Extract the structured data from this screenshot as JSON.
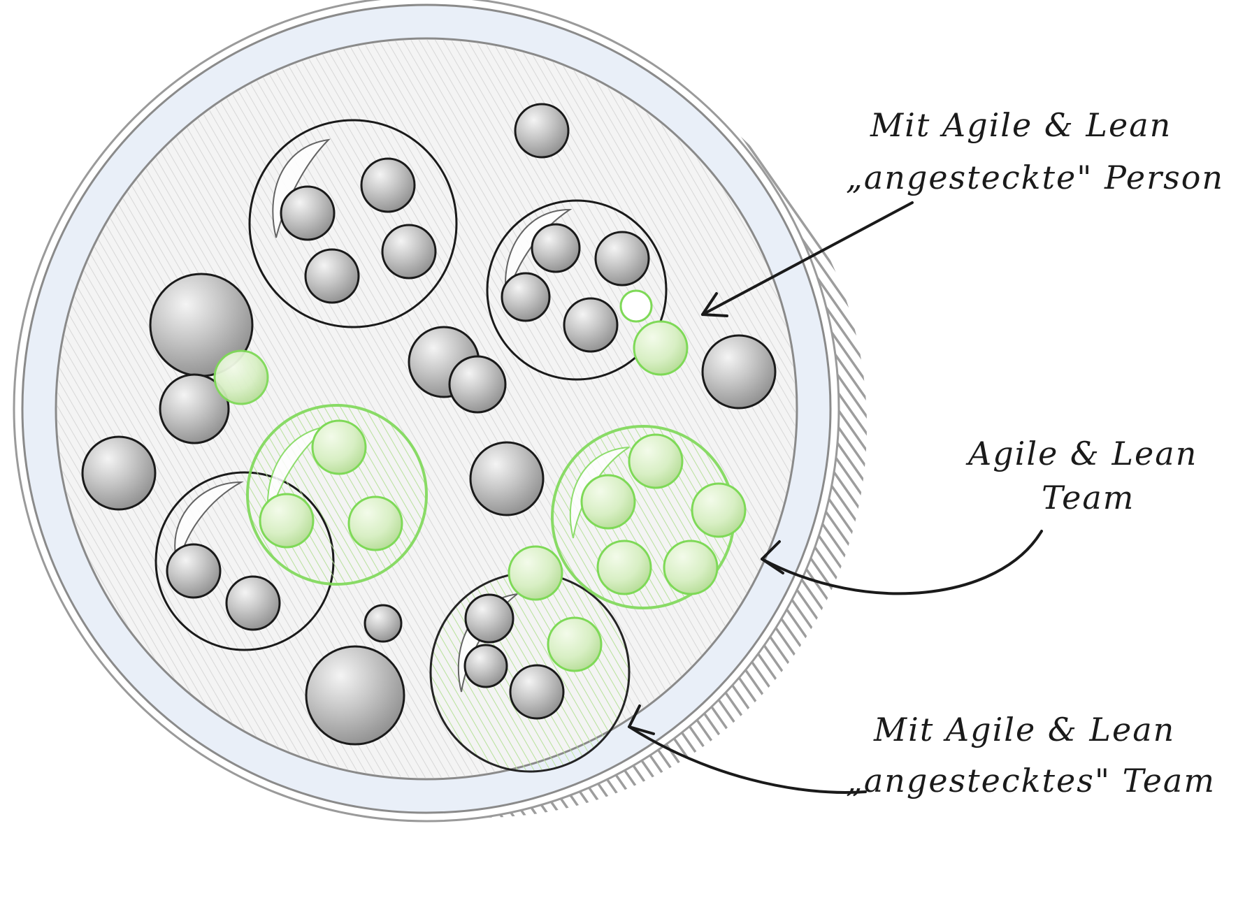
{
  "labels": {
    "infected_person": {
      "line1": "Mit Agile & Lean",
      "line2": "„angesteckte\" Person"
    },
    "agile_team": {
      "line1": "Agile & Lean",
      "line2": "Team"
    },
    "infected_team": {
      "line1": "Mit Agile & Lean",
      "line2": "„angestecktes\" Team"
    }
  },
  "colors": {
    "green": "#7ed957",
    "green_fill": "#dff2cf",
    "dish_rim": "#e8eef7",
    "dish_inner": "#f2f2f2",
    "bubble_fill": "#bdbdbd",
    "ink": "#1a1a1a",
    "shadow": "#9a9a9a"
  }
}
